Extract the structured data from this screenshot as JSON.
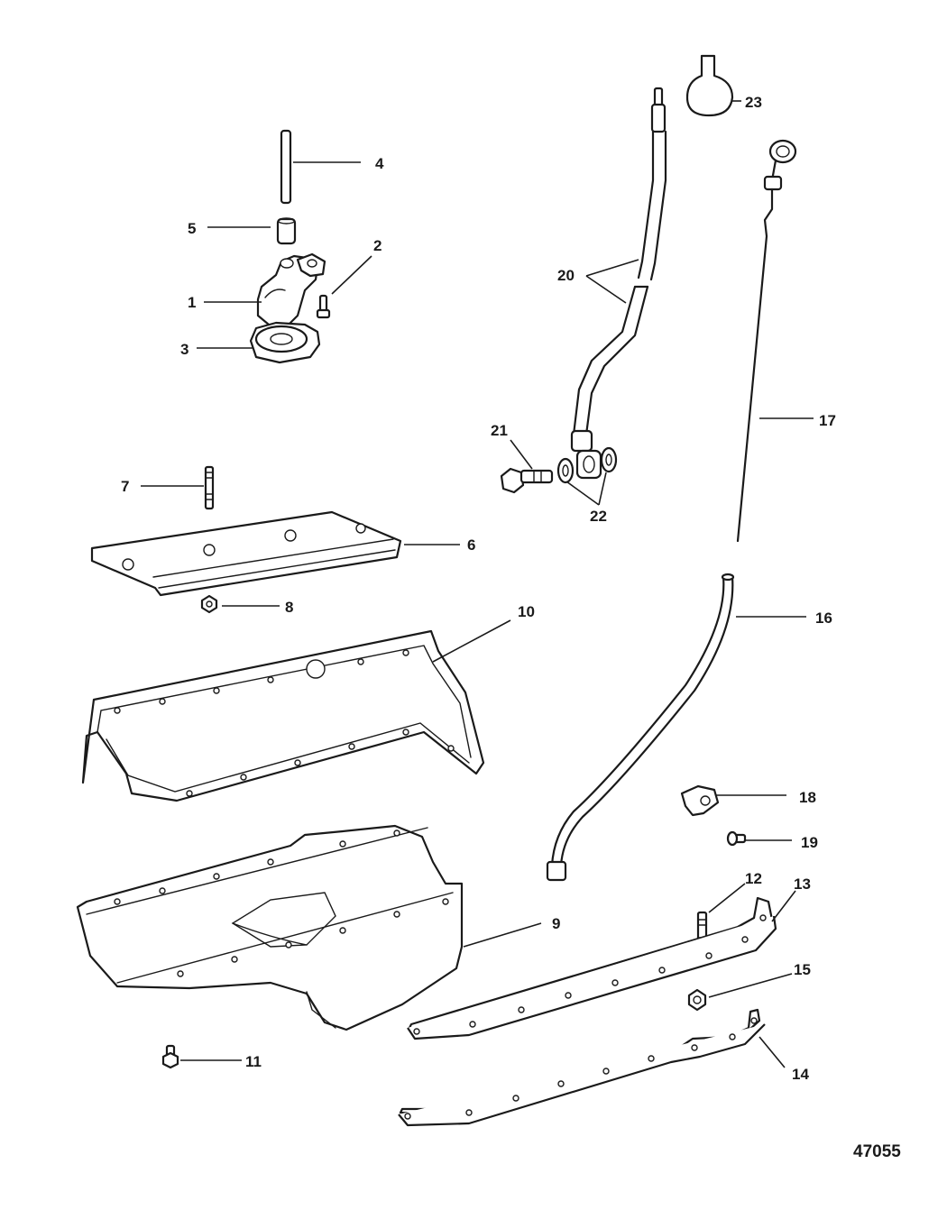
{
  "callouts": {
    "c1": "1",
    "c2": "2",
    "c3": "3",
    "c4": "4",
    "c5": "5",
    "c6": "6",
    "c7": "7",
    "c8": "8",
    "c9": "9",
    "c10": "10",
    "c11": "11",
    "c12": "12",
    "c13": "13",
    "c14": "14",
    "c15": "15",
    "c16": "16",
    "c17": "17",
    "c18": "18",
    "c19": "19",
    "c20": "20",
    "c21": "21",
    "c22": "22",
    "c23": "23"
  },
  "figure_number": "47055"
}
